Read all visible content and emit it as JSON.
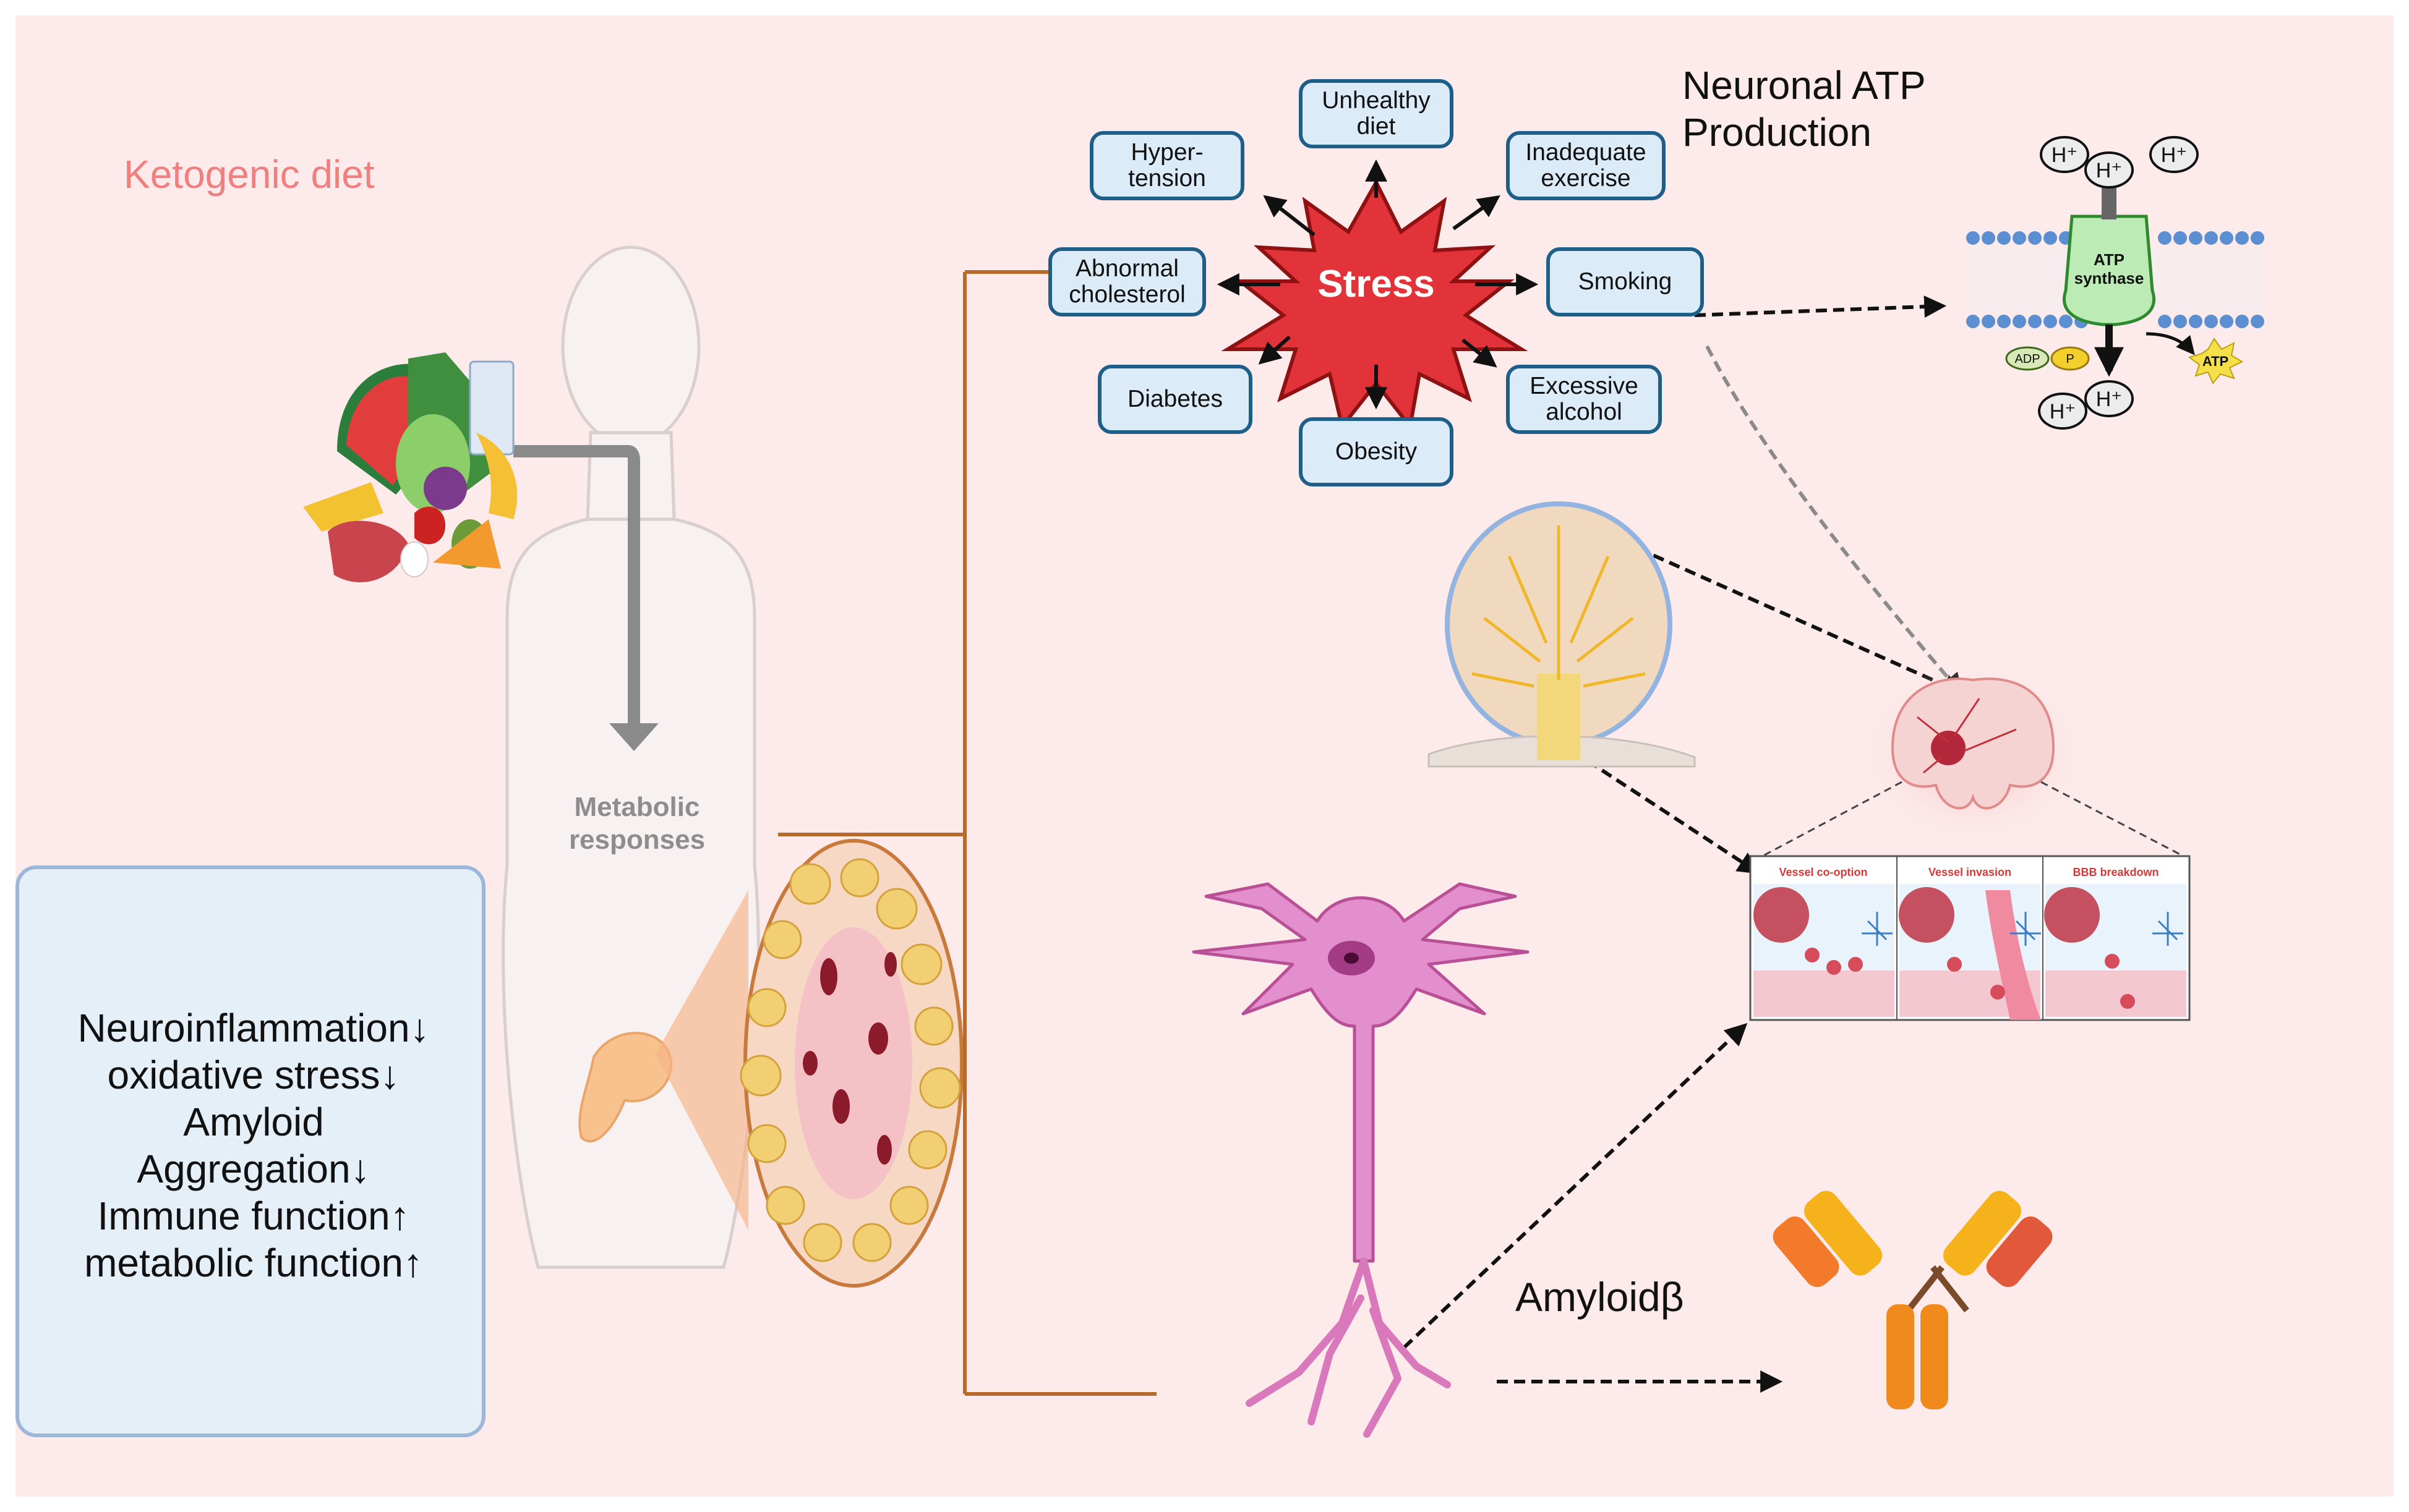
{
  "diet": {
    "title": "Ketogenic diet",
    "metabolic_label": "Metabolic\nresponses"
  },
  "outcomes": [
    "Neuroinflammation↓",
    "oxidative stress↓",
    "Amyloid",
    "Aggregation↓",
    "Immune function↑",
    "metabolic function↑"
  ],
  "stress": {
    "center": "Stress",
    "factors": {
      "hypertension": "Hyper-\ntension",
      "unhealthy_diet": "Unhealthy\ndiet",
      "inadequate_exercise": "Inadequate\nexercise",
      "abnormal_cholesterol": "Abnormal\ncholesterol",
      "smoking": "Smoking",
      "diabetes": "Diabetes",
      "obesity": "Obesity",
      "excessive_alcohol": "Excessive\nalcohol"
    }
  },
  "atp": {
    "title": "Neuronal ATP\nProduction",
    "ion": "H⁺",
    "synthase": "ATP\nsynthase",
    "adp": "ADP",
    "p": "P",
    "product": "ATP"
  },
  "bbb_panels": [
    "Vessel co-option",
    "Vessel invasion",
    "BBB breakdown"
  ],
  "amyloid": {
    "label": "Amyloidβ"
  },
  "colors": {
    "background": "#fdeaea",
    "stress_star": "#e3333a",
    "factor_box": "#dcebf8",
    "factor_border": "#1d5f89",
    "connector": "#b86a2c",
    "diet_title": "#f07f7f",
    "neuron": "#d97bbd",
    "antibody_orange": "#f08a1c"
  }
}
